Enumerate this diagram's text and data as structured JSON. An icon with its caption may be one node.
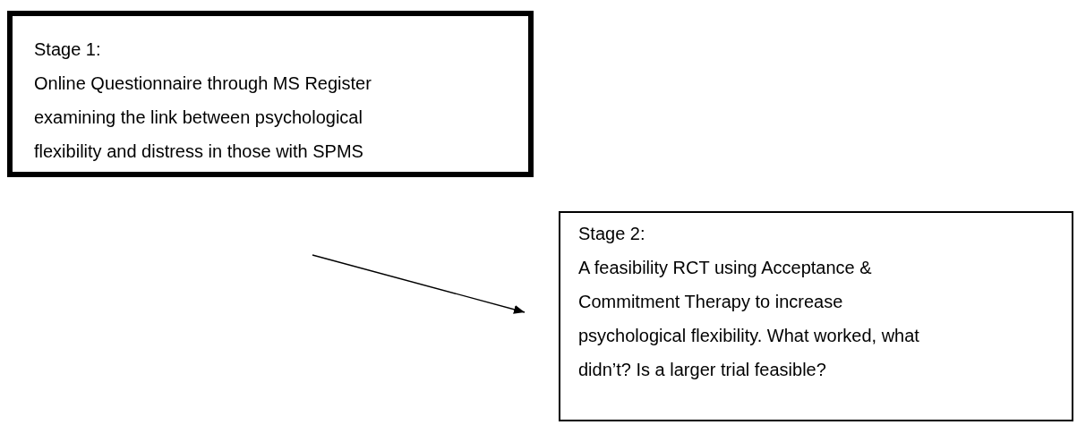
{
  "diagram": {
    "nodes": [
      {
        "text": [
          "Stage 1:",
          "Online Questionnaire through MS Register examining the link between psychological flexibility and distress in those with SPMS"
        ]
      },
      {
        "text": [
          "Stage 2:",
          "A feasibility RCT using Acceptance & Commitment Therapy to increase psychological flexibility. What worked, what didn’t? Is a larger trial feasible?"
        ]
      }
    ],
    "edges": [
      {
        "from": null,
        "to": 1,
        "arrow": "to"
      }
    ]
  }
}
